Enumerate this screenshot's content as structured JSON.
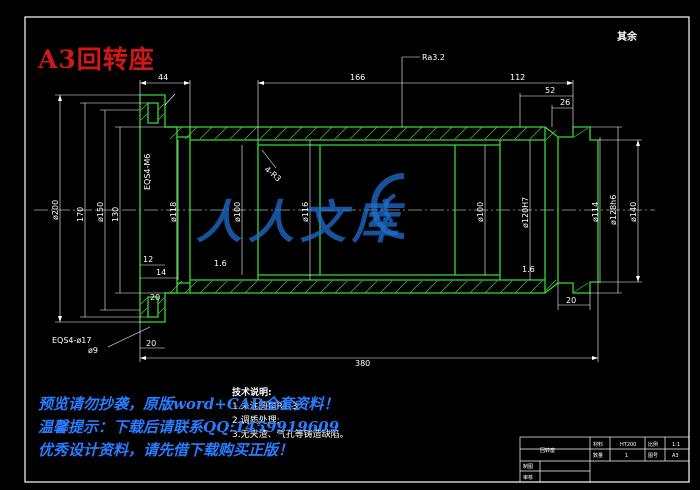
{
  "title": "A3回转座",
  "corner_tag": "其余",
  "roughness_top": "Ra3.2",
  "surface_marks": [
    "1.6",
    "1.6"
  ],
  "chamfer_note": "4-R3",
  "dims": {
    "top": [
      "44",
      "166",
      "112",
      "52",
      "26"
    ],
    "bottom": [
      "12",
      "14",
      "20",
      "20",
      "380",
      "20"
    ],
    "left": [
      "EQS4-M6",
      "ø200",
      "170",
      "ø150",
      "130",
      "ø118"
    ],
    "right": [
      "ø120H7",
      "ø114",
      "ø128h6",
      "ø140",
      "ø100",
      "ø116",
      "ø100"
    ],
    "hole_note": [
      "EQS4-ø17",
      "ø9"
    ]
  },
  "notes": {
    "heading": "技术说明:",
    "items": [
      "1.未注圆角R1-3;",
      "2.调质处理;",
      "3.无夹渣、气孔等铸造缺陷。"
    ]
  },
  "watermark": "人人文库",
  "promo_lines": [
    "预览请勿抄袭，原版word+CAD全套资料！",
    "温馨提示：下载后请联系QQ:1459919609",
    "优秀设计资料，请先借下载购买正版！"
  ],
  "title_block": {
    "part": "回转座",
    "material": "HT200",
    "scale_label": "比例",
    "scale": "1:1",
    "qty_label": "数量",
    "qty": "1",
    "material_label": "材料",
    "drawing_no_label": "图号",
    "drawing_no": "A3",
    "designer": "制图",
    "checker": "审核"
  }
}
